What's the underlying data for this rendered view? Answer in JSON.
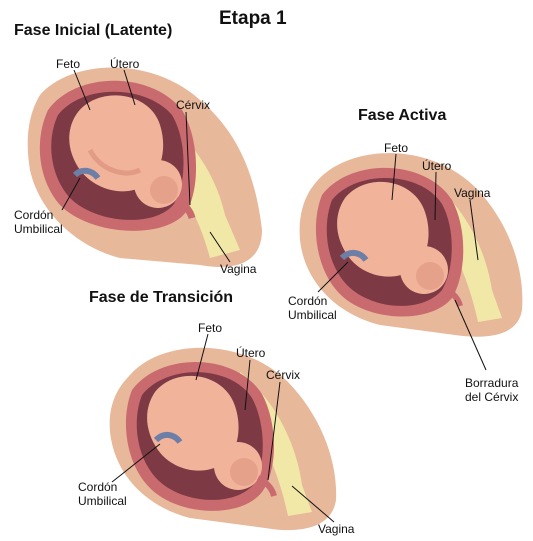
{
  "stage_title": "Etapa 1",
  "panels": {
    "latent": {
      "title": "Fase Inicial (Latente)",
      "labels": {
        "feto": "Feto",
        "utero": "Útero",
        "cervix": "Cérvix",
        "cordon": [
          "Cordón",
          "Umbilical"
        ],
        "vagina": "Vagina"
      }
    },
    "active": {
      "title": "Fase Activa",
      "labels": {
        "feto": "Feto",
        "utero": "Útero",
        "vagina": "Vagina",
        "cordon": [
          "Cordón",
          "Umbilical"
        ],
        "borradura": [
          "Borradura",
          "del Cérvix"
        ]
      }
    },
    "transition": {
      "title": "Fase de Transición",
      "labels": {
        "feto": "Feto",
        "utero": "Útero",
        "cervix": "Cérvix",
        "cordon": [
          "Cordón",
          "Umbilical"
        ],
        "vagina": "Vagina"
      }
    }
  },
  "colors": {
    "skin": "#e7b89a",
    "skin_dark": "#c98d72",
    "uterus_wall": "#c96a6f",
    "uterus_cavity": "#7d3a45",
    "fetus": "#f1b49a",
    "fetus_shade": "#d98a77",
    "pelvis": "#f1e8a8",
    "cord": "#6d7fa6",
    "leader": "#111111"
  }
}
